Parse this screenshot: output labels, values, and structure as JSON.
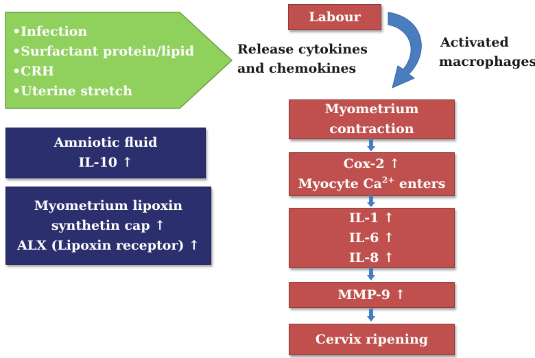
{
  "colors": {
    "green_shape": "#8fd15c",
    "navy_box": "#2b2f6e",
    "red_box": "#c0504d",
    "blue_arrow": "#4a7cc0"
  },
  "triggers": [
    "•Infection",
    "•Surfactant protein/lipid",
    "•CRH",
    "•Uterine stretch"
  ],
  "release_label": [
    "Release cytokines",
    "and chemokines"
  ],
  "activated_label": [
    "Activated",
    "macrophages"
  ],
  "left_boxes": [
    {
      "lines": [
        "Amniotic fluid",
        "IL-10 ↑"
      ]
    },
    {
      "lines": [
        "Myometrium lipoxin",
        "synthetin cap ↑",
        "ALX (Lipoxin receptor) ↑"
      ]
    }
  ],
  "labour": "Labour",
  "flow_boxes": [
    {
      "lines": [
        "Myometrium",
        "contraction"
      ]
    },
    {
      "lines": [
        "Cox-2 ↑"
      ],
      "superscript_line": {
        "before": "Myocyte Ca",
        "sup": "2+",
        "after": " enters"
      }
    },
    {
      "lines": [
        "IL-1 ↑",
        "IL-6 ↑",
        "IL-8 ↑"
      ]
    },
    {
      "lines": [
        "MMP-9 ↑"
      ]
    },
    {
      "lines": [
        "Cervix ripening"
      ]
    }
  ]
}
